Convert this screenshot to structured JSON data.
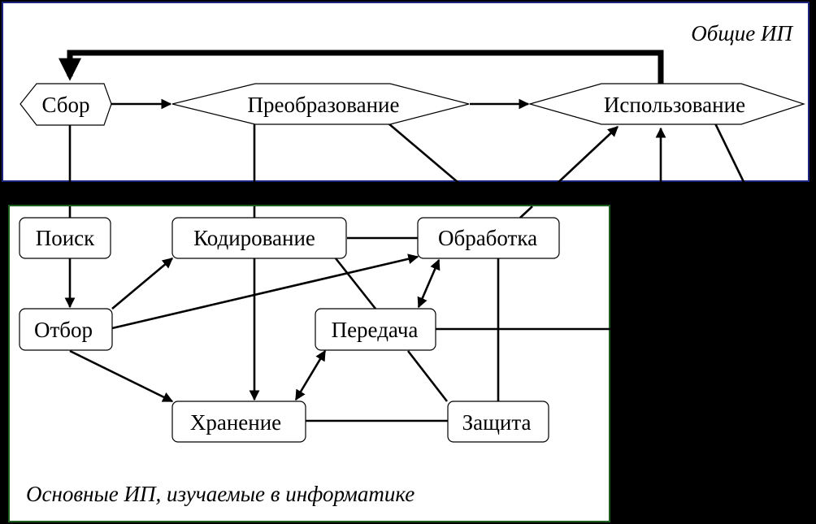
{
  "captions": {
    "general": "Общие ИП",
    "basic": "Основные ИП, изучаемые в информатике"
  },
  "nodes": {
    "sbor": "Сбор",
    "preobrazovanie": "Преобразование",
    "ispolzovanie": "Использование",
    "poisk": "Поиск",
    "kodirovanie": "Кодирование",
    "obrabotka": "Обработка",
    "otbor": "Отбор",
    "peredacha": "Передача",
    "hranenie": "Хранение",
    "zashchita": "Защита"
  },
  "colors": {
    "background": "#000000",
    "panel": "#ffffff",
    "top_border": "#1a237e",
    "bottom_border": "#1b5e20",
    "lines": "#000000"
  }
}
